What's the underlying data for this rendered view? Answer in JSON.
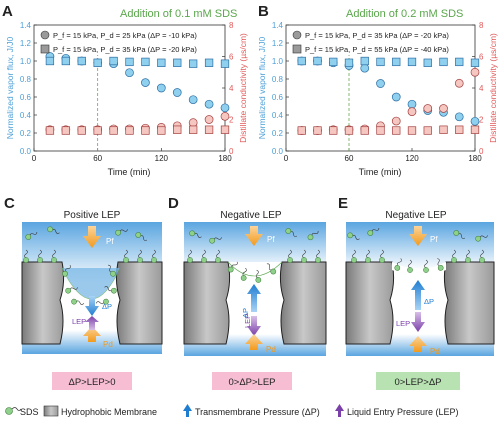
{
  "charts": [
    {
      "id": "A",
      "panel_letter": "A",
      "heading": "Addition of 0.1 mM SDS",
      "legend": [
        {
          "text": "P_f = 15 kPa, P_d = 25 kPa (ΔP = -10 kPa)",
          "marker": "circle"
        },
        {
          "text": "P_f = 15 kPa, P_d = 35 kPa (ΔP = -20 kPa)",
          "marker": "square"
        }
      ]
    },
    {
      "id": "B",
      "panel_letter": "B",
      "heading": "Addition of 0.2 mM SDS",
      "legend": [
        {
          "text": "P_f = 15 kPa, P_d = 35 kPa (ΔP = -20 kPa)",
          "marker": "circle"
        },
        {
          "text": "P_f = 15 kPa, P_d = 55 kPa (ΔP = -40 kPa)",
          "marker": "square"
        }
      ]
    }
  ],
  "axes": {
    "xlabel": "Time (min)",
    "ylabel_left": "Normalized vapor flux, J/J0",
    "ylabel_right": "Distillate conductivity (µs/cm)",
    "x_ticks": [
      "0",
      "60",
      "120",
      "180"
    ],
    "y_left_ticks": [
      "0.0",
      "0.2",
      "0.4",
      "0.6",
      "0.8",
      "1.0",
      "1.2",
      "1.4"
    ],
    "y_right_ticks": [
      "0",
      "2",
      "4",
      "6",
      "8"
    ]
  },
  "colors": {
    "flux": "#4a9fd8",
    "conductivity": "#e05a5a",
    "flux_fill": "#8fd0ef",
    "cond_fill": "#f6c6c0",
    "heading": "#5aa64c",
    "membrane": "#9e9e9e",
    "water": "#7ab8e6",
    "pf_arrow": "#f5a623",
    "dp_arrow": "#1f7dd1",
    "lep_arrow": "#7a3fa8",
    "label_pink": "#f7bdd2",
    "label_green": "#b8e2b2"
  },
  "chart_data": [
    {
      "type": "scatter",
      "title": "Addition of 0.1 mM SDS",
      "xlabel": "Time (min)",
      "ylabel": "Normalized vapor flux, J/J0",
      "ylabel_right": "Distillate conductivity (µs/cm)",
      "xlim": [
        0,
        180
      ],
      "ylim": [
        0,
        1.4
      ],
      "ylim_right": [
        0,
        8
      ],
      "series": [
        {
          "name": "P_f = 15 kPa, P_d = 25 kPa (ΔP = -10 kPa)",
          "axis": "left",
          "marker": "circle",
          "x": [
            15,
            30,
            45,
            60,
            75,
            90,
            105,
            120,
            135,
            150,
            165,
            180
          ],
          "y": [
            1.05,
            1.03,
            1.0,
            0.98,
            0.97,
            0.87,
            0.76,
            0.7,
            0.65,
            0.57,
            0.52,
            0.48
          ]
        },
        {
          "name": "P_f = 15 kPa, P_d = 35 kPa (ΔP = -20 kPa)",
          "axis": "left",
          "marker": "square",
          "x": [
            15,
            30,
            45,
            60,
            75,
            90,
            105,
            120,
            135,
            150,
            165,
            180
          ],
          "y": [
            1.0,
            1.0,
            1.0,
            0.98,
            1.0,
            0.99,
            0.99,
            0.98,
            0.98,
            0.97,
            0.98,
            0.97
          ]
        },
        {
          "name": "P_f = 15 kPa, P_d = 25 kPa (ΔP = -10 kPa)",
          "axis": "right",
          "marker": "circle",
          "x": [
            15,
            30,
            45,
            60,
            75,
            90,
            105,
            120,
            135,
            150,
            165,
            180
          ],
          "y": [
            1.35,
            1.35,
            1.35,
            1.35,
            1.4,
            1.4,
            1.45,
            1.5,
            1.6,
            1.8,
            2.0,
            2.2
          ]
        },
        {
          "name": "P_f = 15 kPa, P_d = 35 kPa (ΔP = -20 kPa)",
          "axis": "right",
          "marker": "square",
          "x": [
            15,
            30,
            45,
            60,
            75,
            90,
            105,
            120,
            135,
            150,
            165,
            180
          ],
          "y": [
            1.3,
            1.3,
            1.3,
            1.3,
            1.3,
            1.3,
            1.3,
            1.3,
            1.35,
            1.35,
            1.35,
            1.35
          ]
        }
      ],
      "vline_x": 60
    },
    {
      "type": "scatter",
      "title": "Addition of 0.2 mM SDS",
      "xlabel": "Time (min)",
      "ylabel": "Normalized vapor flux, J/J0",
      "ylabel_right": "Distillate conductivity (µs/cm)",
      "xlim": [
        0,
        180
      ],
      "ylim": [
        0,
        1.4
      ],
      "ylim_right": [
        0,
        8
      ],
      "series": [
        {
          "name": "P_f = 15 kPa, P_d = 35 kPa (ΔP = -20 kPa)",
          "axis": "left",
          "marker": "circle",
          "x": [
            15,
            30,
            45,
            60,
            75,
            90,
            105,
            120,
            135,
            150,
            165,
            180
          ],
          "y": [
            1.0,
            1.0,
            0.98,
            0.95,
            0.92,
            0.75,
            0.6,
            0.52,
            0.45,
            0.43,
            0.38,
            0.33
          ]
        },
        {
          "name": "P_f = 15 kPa, P_d = 55 kPa (ΔP = -40 kPa)",
          "axis": "left",
          "marker": "square",
          "x": [
            15,
            30,
            45,
            60,
            75,
            90,
            105,
            120,
            135,
            150,
            165,
            180
          ],
          "y": [
            1.0,
            1.0,
            0.99,
            0.98,
            1.0,
            0.99,
            0.99,
            0.99,
            0.98,
            0.99,
            0.99,
            0.98
          ]
        },
        {
          "name": "P_f = 15 kPa, P_d = 35 kPa (ΔP = -20 kPa)",
          "axis": "right",
          "marker": "circle",
          "x": [
            15,
            30,
            45,
            60,
            75,
            90,
            105,
            120,
            135,
            150,
            165,
            180
          ],
          "y": [
            1.3,
            1.3,
            1.35,
            1.35,
            1.4,
            1.6,
            1.9,
            2.5,
            2.7,
            2.7,
            4.3,
            5.0
          ]
        },
        {
          "name": "P_f = 15 kPa, P_d = 55 kPa (ΔP = -40 kPa)",
          "axis": "right",
          "marker": "square",
          "x": [
            15,
            30,
            45,
            60,
            75,
            90,
            105,
            120,
            135,
            150,
            165,
            180
          ],
          "y": [
            1.3,
            1.3,
            1.3,
            1.3,
            1.3,
            1.3,
            1.3,
            1.3,
            1.3,
            1.35,
            1.35,
            1.35
          ]
        }
      ],
      "vline_x": 60
    }
  ],
  "diagrams": [
    {
      "id": "C",
      "panel_letter": "C",
      "heading": "Positive LEP",
      "condition": "ΔP>LEP>0",
      "condition_color": "label_pink",
      "pf_label": "Pf",
      "pd_label": "Pd",
      "dp_label": "ΔP",
      "lep_label": "LEP"
    },
    {
      "id": "D",
      "panel_letter": "D",
      "heading": "Negative LEP",
      "condition": "0>ΔP>LEP",
      "condition_color": "label_pink",
      "pf_label": "Pf",
      "pd_label": "Pd",
      "dp_label": "ΔP",
      "lep_label": "LEP"
    },
    {
      "id": "E",
      "panel_letter": "E",
      "heading": "Negative LEP",
      "condition": "0>LEP>ΔP",
      "condition_color": "label_green",
      "pf_label": "Pf",
      "pd_label": "Pd",
      "dp_label": "ΔP",
      "lep_label": "LEP"
    }
  ],
  "bottom_legend": [
    {
      "icon": "sds-molecule-icon",
      "text": "SDS"
    },
    {
      "icon": "membrane-icon",
      "text": "Hydrophobic Membrane"
    },
    {
      "icon": "blue-arrow-icon",
      "text": "Transmembrane Pressure (ΔP)"
    },
    {
      "icon": "purple-arrow-icon",
      "text": "Liquid Entry Pressure (LEP)"
    }
  ]
}
